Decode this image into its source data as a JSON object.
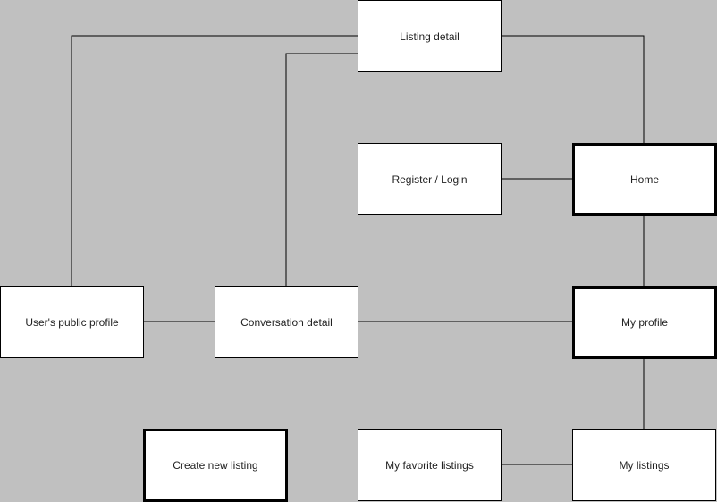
{
  "diagram": {
    "nodes": {
      "listing_detail": "Listing detail",
      "register_login": "Register / Login",
      "home": "Home",
      "public_profile": "User's public profile",
      "conversation_detail": "Conversation detail",
      "my_profile": "My profile",
      "create_listing": "Create new listing",
      "favorite_listings": "My favorite listings",
      "my_listings": "My listings"
    },
    "connections": [
      [
        "listing_detail",
        "public_profile"
      ],
      [
        "listing_detail",
        "conversation_detail"
      ],
      [
        "listing_detail",
        "home"
      ],
      [
        "register_login",
        "home"
      ],
      [
        "home",
        "my_profile"
      ],
      [
        "public_profile",
        "conversation_detail"
      ],
      [
        "conversation_detail",
        "my_profile"
      ],
      [
        "my_profile",
        "my_listings"
      ],
      [
        "favorite_listings",
        "my_listings"
      ]
    ],
    "colors": {
      "background": "#c0c0c0",
      "node_fill": "#ffffff",
      "line": "#000000"
    }
  }
}
